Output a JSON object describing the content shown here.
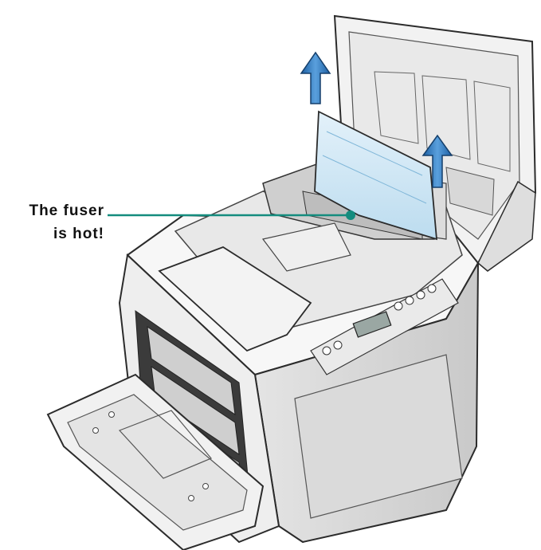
{
  "callout": {
    "line1": "The fuser",
    "line2": "is hot!"
  },
  "colors": {
    "callout_line": "#148c7e",
    "paper": "#cfe6f4",
    "arrow": "#2f74b8",
    "outline": "#2b2b2b"
  },
  "icons": [
    "printer-illustration",
    "up-arrow-icon",
    "jammed-paper"
  ]
}
